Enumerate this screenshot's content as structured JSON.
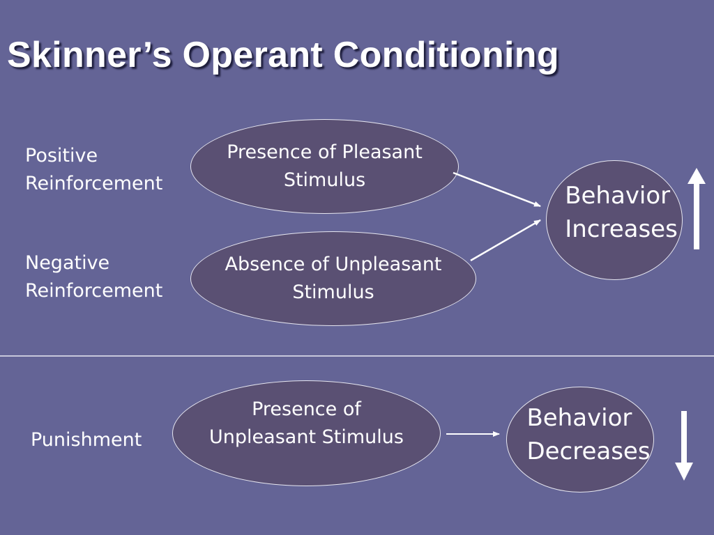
{
  "slide": {
    "title": "Skinner’s Operant Conditioning",
    "background": "#646496",
    "ellipse_fill": "#5a5073",
    "text_color": "#ffffff"
  },
  "reinforcement": {
    "positive_label": "Positive\nReinforcement",
    "negative_label": "Negative\nReinforcement",
    "positive_stimulus": "Presence of Pleasant\nStimulus",
    "negative_stimulus": "Absence of Unpleasant\nStimulus",
    "outcome": "Behavior\nIncreases",
    "outcome_icon": "arrow-up-icon"
  },
  "punishment": {
    "label": "Punishment",
    "stimulus": "Presence of\nUnpleasant Stimulus",
    "outcome": "Behavior\nDecreases",
    "outcome_icon": "arrow-down-icon"
  }
}
